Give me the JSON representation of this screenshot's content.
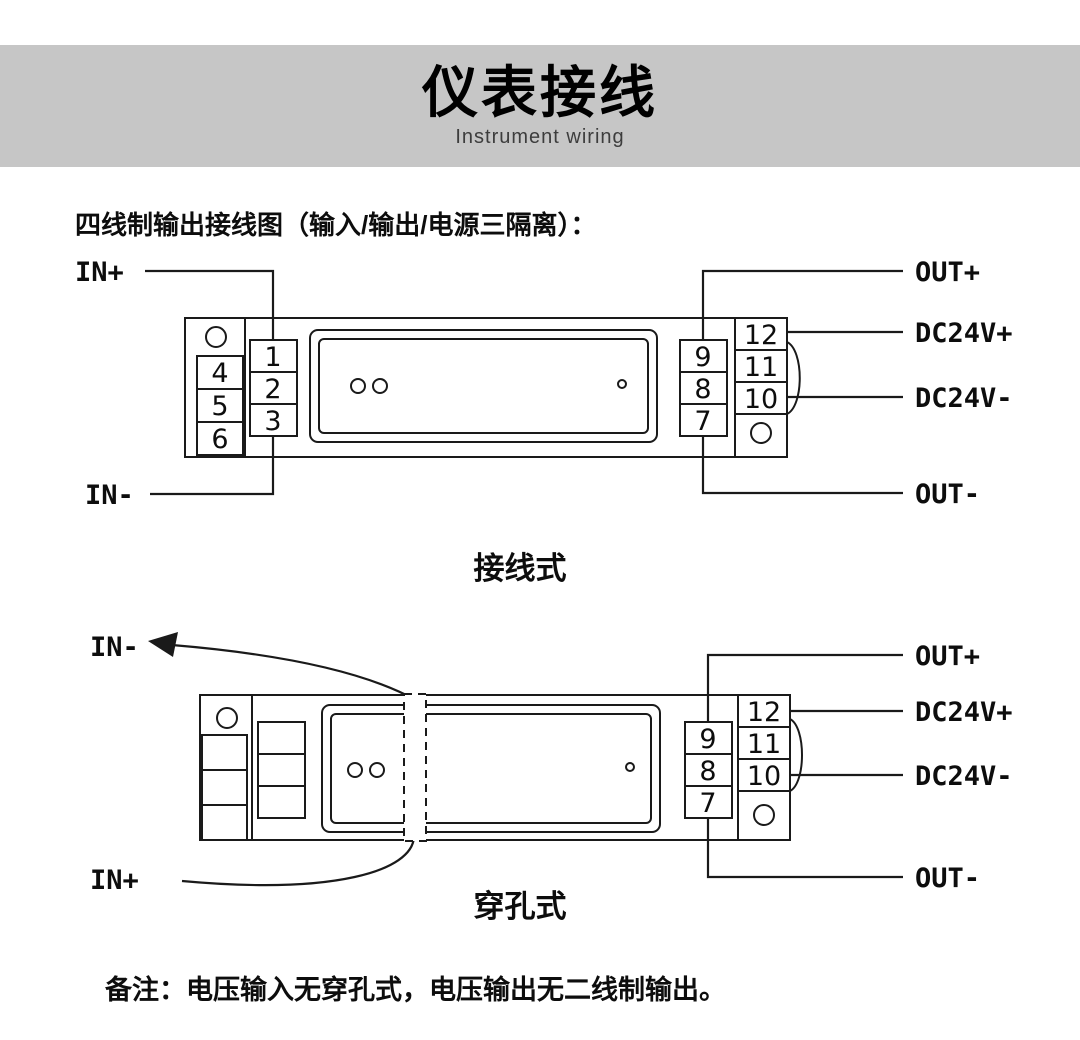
{
  "header": {
    "title": "仪表接线",
    "subtitle": "Instrument wiring"
  },
  "section_heading": "四线制输出接线图（输入/输出/电源三隔离）：",
  "colors": {
    "band": "#c6c6c6",
    "line": "#1a1a1a"
  },
  "wiring": {
    "labels": {
      "in_plus": "IN+",
      "in_minus": "IN-",
      "out_plus": "OUT+",
      "out_minus": "OUT-",
      "dc24v_plus": "DC24V+",
      "dc24v_minus": "DC24V-"
    },
    "diagram1": {
      "caption": "接线式",
      "left_outer_terminals": [
        "4",
        "5",
        "6"
      ],
      "left_inner_terminals": [
        "1",
        "2",
        "3"
      ],
      "right_inner_terminals": [
        "9",
        "8",
        "7"
      ],
      "right_outer_terminals": [
        "12",
        "11",
        "10"
      ]
    },
    "diagram2": {
      "caption": "穿孔式",
      "right_inner_terminals": [
        "9",
        "8",
        "7"
      ],
      "right_outer_terminals": [
        "12",
        "11",
        "10"
      ]
    }
  },
  "note": "备注：电压输入无穿孔式，电压输出无二线制输出。"
}
